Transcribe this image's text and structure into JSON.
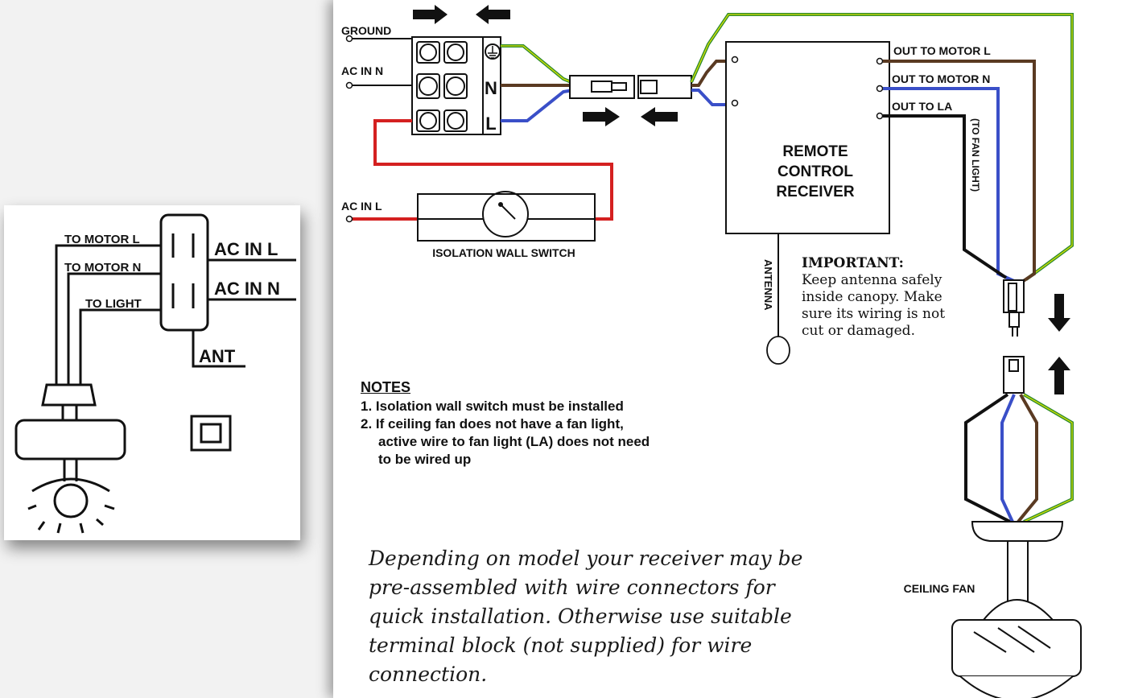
{
  "labels": {
    "ground": "GROUND",
    "ac_in_n": "AC IN N",
    "ac_in_l": "AC IN L",
    "terminal_n": "N",
    "terminal_l": "L",
    "isolation_switch": "ISOLATION WALL SWITCH",
    "receiver_line1": "REMOTE",
    "receiver_line2": "CONTROL",
    "receiver_line3": "RECEIVER",
    "out_motor_l": "OUT TO MOTOR L",
    "out_motor_n": "OUT TO MOTOR N",
    "out_la": "OUT TO LA",
    "to_fan_light": "(TO FAN LIGHT)",
    "antenna": "ANTENNA",
    "ceiling_fan": "CEILING FAN"
  },
  "side_panel": {
    "to_motor_l": "TO MOTOR L",
    "to_motor_n": "TO MOTOR N",
    "to_light": "TO LIGHT",
    "ac_in_l": "AC IN L",
    "ac_in_n": "AC IN N",
    "ant": "ANT"
  },
  "notes": {
    "title": "NOTES",
    "line1": "1. Isolation wall switch must be installed",
    "line2": "2. If ceiling fan does not have a fan light,",
    "line3": "active wire to fan light (LA) does not need",
    "line4": "to be wired up"
  },
  "important": {
    "title": "IMPORTANT:",
    "body": "Keep antenna safely inside canopy. Make sure its wiring is not cut or damaged."
  },
  "footer_note": "Depending on model your receiver may be pre-assembled with wire connectors for quick installation. Otherwise use suitable terminal block (not supplied) for wire connection.",
  "colors": {
    "ground_wire": "#2e8b2e",
    "ground_stripe": "#d8e000",
    "neutral_wire": "#5a3a22",
    "live_red": "#d42020",
    "blue_wire": "#3a4fc8",
    "light_wire": "#111111"
  }
}
